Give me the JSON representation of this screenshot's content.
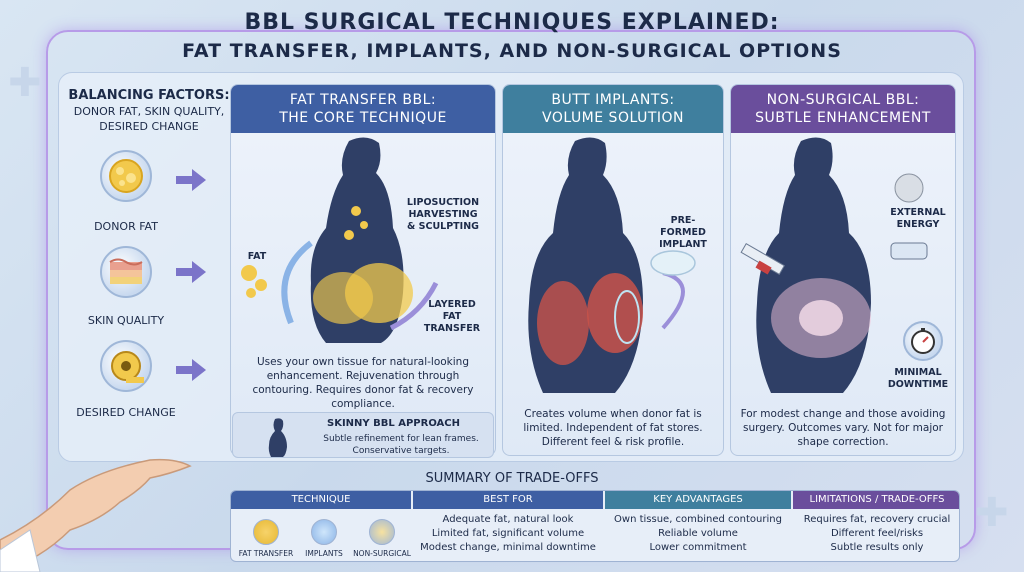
{
  "header": {
    "title_line1": "BBL SURGICAL TECHNIQUES EXPLAINED:",
    "title_line2": "FAT TRANSFER, IMPLANTS, AND NON-SURGICAL OPTIONS"
  },
  "factors": {
    "title": "BALANCING FACTORS:",
    "subtitle": "DONOR FAT, SKIN QUALITY, DESIRED CHANGE",
    "items": [
      {
        "label": "DONOR FAT",
        "icon": "fat-cell-icon"
      },
      {
        "label": "SKIN QUALITY",
        "icon": "skin-layers-icon"
      },
      {
        "label": "DESIRED CHANGE",
        "icon": "measuring-tape-icon"
      }
    ]
  },
  "columns": [
    {
      "heading_line1": "FAT TRANSFER BBL:",
      "heading_line2": "THE CORE TECHNIQUE",
      "color": "#3e5fa3",
      "callouts": [
        "LIPOSUCTION HARVESTING & SCULPTING",
        "FAT",
        "LAYERED FAT TRANSFER"
      ],
      "description": "Uses your own tissue for natural-looking enhancement. Rejuvenation through contouring. Requires donor fat & recovery compliance."
    },
    {
      "heading_line1": "BUTT IMPLANTS:",
      "heading_line2": "VOLUME SOLUTION",
      "color": "#3f7f9e",
      "callouts": [
        "PRE-FORMED IMPLANT"
      ],
      "description": "Creates volume when donor fat is limited. Independent of fat stores. Different feel & risk profile."
    },
    {
      "heading_line1": "NON-SURGICAL BBL:",
      "heading_line2": "SUBTLE ENHANCEMENT",
      "color": "#6a4e9c",
      "callouts": [
        "EXTERNAL ENERGY",
        "MINIMAL DOWNTIME"
      ],
      "description": "For modest change and those avoiding surgery. Outcomes vary. Not for major shape correction."
    }
  ],
  "skinny": {
    "title": "SKINNY BBL APPROACH",
    "subtitle": "Subtle refinement for lean frames. Conservative targets."
  },
  "summary": {
    "title": "SUMMARY OF TRADE-OFFS",
    "headers": [
      "TECHNIQUE",
      "BEST FOR",
      "KEY ADVANTAGES",
      "LIMITATIONS / TRADE-OFFS"
    ],
    "techniques": [
      "FAT TRANSFER",
      "IMPLANTS",
      "NON-SURGICAL"
    ],
    "best_for": [
      "Adequate fat, natural look",
      "Limited fat, significant volume",
      "Modest change, minimal downtime"
    ],
    "advantages": [
      "Own tissue, combined contouring",
      "Reliable volume",
      "Lower commitment"
    ],
    "limitations": [
      "Requires fat, recovery crucial",
      "Different feel/risks",
      "Subtle results only"
    ]
  },
  "colors": {
    "accent_purple": "#7b74c9",
    "header_blue": "#3e5fa3",
    "header_teal": "#3f7f9e",
    "header_violet": "#6a4e9c",
    "fat_yellow": "#f2c94c"
  }
}
